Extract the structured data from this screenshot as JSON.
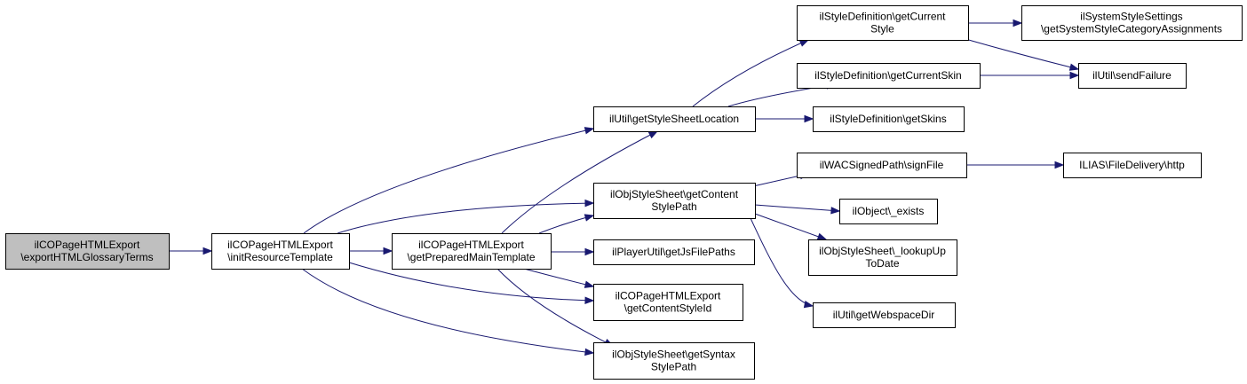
{
  "colors": {
    "edge": "#191970",
    "root_fill": "#bfbfbf",
    "node_fill": "#ffffff",
    "border": "#000000"
  },
  "nodes": [
    {
      "id": "n0",
      "lines": [
        "ilCOPageHTMLExport",
        "\\exportHTMLGlossaryTerms"
      ],
      "root": true
    },
    {
      "id": "n1",
      "lines": [
        "ilCOPageHTMLExport",
        "\\initResourceTemplate"
      ]
    },
    {
      "id": "n2",
      "lines": [
        "ilCOPageHTMLExport",
        "\\getPreparedMainTemplate"
      ]
    },
    {
      "id": "n3",
      "lines": [
        "ilUtil\\getStyleSheetLocation"
      ]
    },
    {
      "id": "n4",
      "lines": [
        "ilObjStyleSheet\\getContent",
        "StylePath"
      ]
    },
    {
      "id": "n5",
      "lines": [
        "ilPlayerUtil\\getJsFilePaths"
      ]
    },
    {
      "id": "n6",
      "lines": [
        "ilCOPageHTMLExport",
        "\\getContentStyleId"
      ]
    },
    {
      "id": "n7",
      "lines": [
        "ilObjStyleSheet\\getSyntax",
        "StylePath"
      ]
    },
    {
      "id": "n8",
      "lines": [
        "ilStyleDefinition\\getCurrent",
        "Style"
      ]
    },
    {
      "id": "n9",
      "lines": [
        "ilStyleDefinition\\getCurrentSkin"
      ]
    },
    {
      "id": "n10",
      "lines": [
        "ilStyleDefinition\\getSkins"
      ]
    },
    {
      "id": "n11",
      "lines": [
        "ilWACSignedPath\\signFile"
      ]
    },
    {
      "id": "n12",
      "lines": [
        "ilObject\\_exists"
      ]
    },
    {
      "id": "n13",
      "lines": [
        "ilObjStyleSheet\\_lookupUp",
        "ToDate"
      ]
    },
    {
      "id": "n14",
      "lines": [
        "ilUtil\\getWebspaceDir"
      ]
    },
    {
      "id": "n15",
      "lines": [
        "ilSystemStyleSettings",
        "\\getSystemStyleCategoryAssignments"
      ]
    },
    {
      "id": "n16",
      "lines": [
        "ilUtil\\sendFailure"
      ]
    },
    {
      "id": "n17",
      "lines": [
        "ILIAS\\FileDelivery\\http"
      ]
    }
  ],
  "edges": [
    {
      "from": "n0",
      "to": "n1"
    },
    {
      "from": "n1",
      "to": "n2"
    },
    {
      "from": "n1",
      "to": "n3"
    },
    {
      "from": "n1",
      "to": "n4"
    },
    {
      "from": "n1",
      "to": "n6"
    },
    {
      "from": "n1",
      "to": "n7"
    },
    {
      "from": "n2",
      "to": "n3"
    },
    {
      "from": "n2",
      "to": "n4"
    },
    {
      "from": "n2",
      "to": "n5"
    },
    {
      "from": "n2",
      "to": "n6"
    },
    {
      "from": "n2",
      "to": "n7"
    },
    {
      "from": "n3",
      "to": "n8"
    },
    {
      "from": "n3",
      "to": "n9"
    },
    {
      "from": "n3",
      "to": "n10"
    },
    {
      "from": "n8",
      "to": "n15"
    },
    {
      "from": "n8",
      "to": "n16"
    },
    {
      "from": "n9",
      "to": "n16"
    },
    {
      "from": "n4",
      "to": "n11"
    },
    {
      "from": "n4",
      "to": "n12"
    },
    {
      "from": "n4",
      "to": "n13"
    },
    {
      "from": "n4",
      "to": "n14"
    },
    {
      "from": "n11",
      "to": "n17"
    }
  ]
}
